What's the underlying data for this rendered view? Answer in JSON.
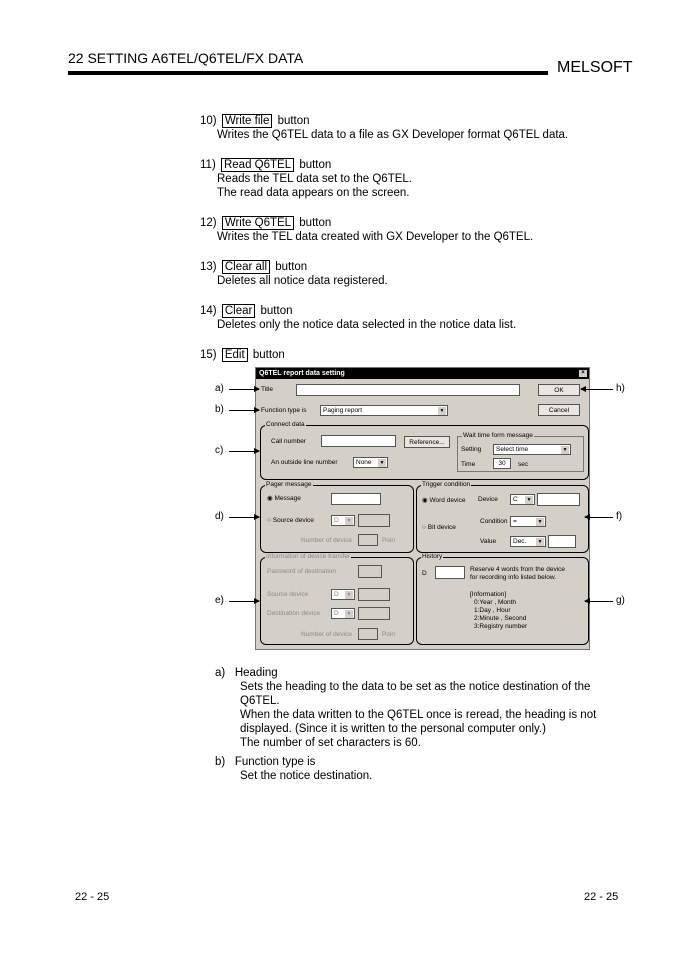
{
  "header": {
    "title": "22 SETTING A6TEL/Q6TEL/FX DATA",
    "brand": "MELSOFT"
  },
  "items": [
    {
      "num": "10)",
      "key": "Write file",
      "suffix": "button",
      "desc": [
        "Writes the Q6TEL data to a file as GX Developer format Q6TEL data."
      ]
    },
    {
      "num": "11)",
      "key": "Read Q6TEL",
      "suffix": "button",
      "desc": [
        "Reads the TEL data set to the Q6TEL.",
        "The read data appears on the screen."
      ]
    },
    {
      "num": "12)",
      "key": "Write Q6TEL",
      "suffix": "button",
      "desc": [
        "Writes the TEL data created with GX Developer to the Q6TEL."
      ]
    },
    {
      "num": "13)",
      "key": "Clear all",
      "suffix": "button",
      "desc": [
        "Deletes all notice data registered."
      ]
    },
    {
      "num": "14)",
      "key": "Clear",
      "suffix": "button",
      "desc": [
        "Deletes only the notice data selected in the notice data list."
      ]
    },
    {
      "num": "15)",
      "key": "Edit",
      "suffix": "button",
      "desc": []
    }
  ],
  "dialog": {
    "title": "Q6TEL report data setting",
    "close": "×",
    "title_label": "Title",
    "ok": "OK",
    "cancel": "Cancel",
    "function_type_label": "Function type is",
    "function_type_value": "Paging report",
    "connect": {
      "caption": "Connect data",
      "call_number": "Call number",
      "reference": "Reference...",
      "outside_line": "An outside line number",
      "outside_value": "None",
      "wait": {
        "caption": "Wait time form message",
        "setting": "Setting",
        "setting_value": "Select time",
        "time": "Time",
        "time_value": "30",
        "unit": "sec"
      }
    },
    "pager": {
      "caption": "Pager message",
      "message": "Message",
      "source_device": "Source device",
      "source_value": "D",
      "num_devices": "Number of device",
      "point": "Poin"
    },
    "trigger": {
      "caption": "Trigger condition",
      "word_device": "Word device",
      "device": "Device",
      "device_value": "C",
      "bit_device": "Bit device",
      "condition": "Condition",
      "condition_value": "=",
      "value": "Value",
      "value_fmt": "Dec."
    },
    "info": {
      "caption": "Information of device transfer",
      "password": "Password of destination",
      "source_device": "Source device",
      "source_value": "D",
      "dest_device": "Destination device",
      "dest_value": "D",
      "num_devices": "Number of device",
      "point": "Poin"
    },
    "history": {
      "caption": "History",
      "d": "D",
      "reserve1": "Reserve 4 words from the device",
      "reserve2": "for recording info listed below.",
      "info_head": "[Information]",
      "info1": "0:Year , Month",
      "info2": "1:Day , Hour",
      "info3": "2:Minute , Second",
      "info4": "3:Registry number"
    }
  },
  "callouts": {
    "a": "a)",
    "b": "b)",
    "c": "c)",
    "d": "d)",
    "e": "e)",
    "f": "f)",
    "g": "g)",
    "h": "h)"
  },
  "notes": [
    {
      "label": "a)",
      "title": "Heading",
      "lines": [
        "Sets the heading to the data to be set as the notice destination of the",
        "Q6TEL.",
        "When the data written to the Q6TEL once is reread, the heading is not",
        "displayed. (Since it is written to the personal computer only.)",
        "The number of set characters is 60."
      ]
    },
    {
      "label": "b)",
      "title": "Function type is",
      "lines": [
        "Set the notice destination."
      ]
    }
  ],
  "footer": {
    "left": "22 - 25",
    "right": "22 - 25"
  }
}
